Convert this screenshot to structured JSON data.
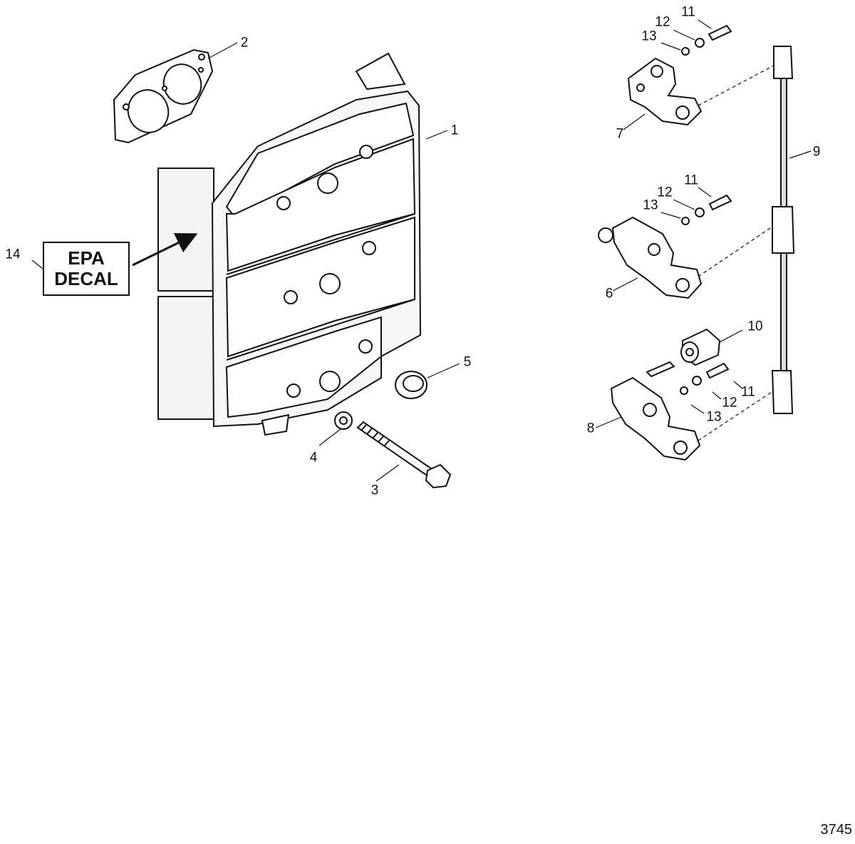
{
  "diagram": {
    "figure_number": "3745",
    "decal": {
      "line1": "EPA",
      "line2": "DECAL"
    },
    "callouts": [
      {
        "id": "c1",
        "label": "1"
      },
      {
        "id": "c2",
        "label": "2"
      },
      {
        "id": "c3",
        "label": "3"
      },
      {
        "id": "c4",
        "label": "4"
      },
      {
        "id": "c5",
        "label": "5"
      },
      {
        "id": "c6",
        "label": "6"
      },
      {
        "id": "c7",
        "label": "7"
      },
      {
        "id": "c8",
        "label": "8"
      },
      {
        "id": "c9",
        "label": "9"
      },
      {
        "id": "c10",
        "label": "10"
      },
      {
        "id": "c11a",
        "label": "11"
      },
      {
        "id": "c12a",
        "label": "12"
      },
      {
        "id": "c13a",
        "label": "13"
      },
      {
        "id": "c11b",
        "label": "11"
      },
      {
        "id": "c12b",
        "label": "12"
      },
      {
        "id": "c13b",
        "label": "13"
      },
      {
        "id": "c11c",
        "label": "11"
      },
      {
        "id": "c12c",
        "label": "12"
      },
      {
        "id": "c13c",
        "label": "13"
      },
      {
        "id": "c14",
        "label": "14"
      }
    ]
  }
}
